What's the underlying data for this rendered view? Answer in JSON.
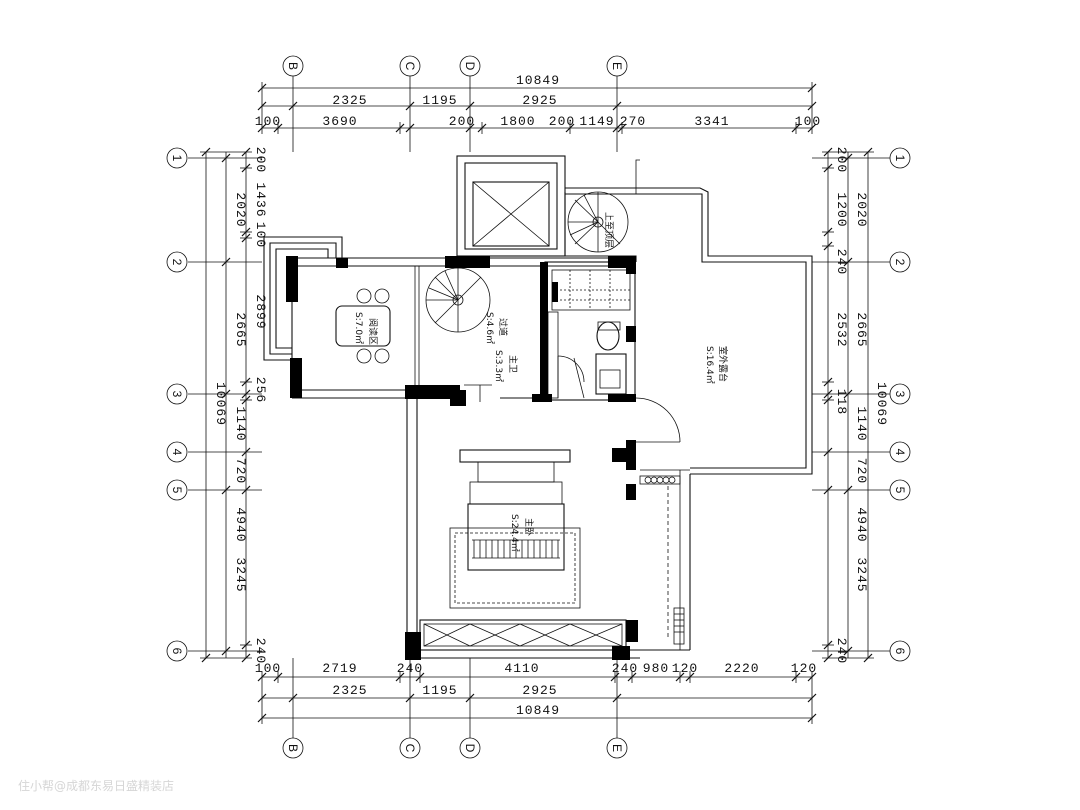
{
  "axes": {
    "columns": [
      "B",
      "C",
      "D",
      "E"
    ],
    "rows": [
      "1",
      "2",
      "3",
      "4",
      "5",
      "6"
    ]
  },
  "dims": {
    "top_total": "10849",
    "top_mid": [
      "2325",
      "1195",
      "2925"
    ],
    "top_inner": [
      "100",
      "3690",
      "200",
      "1800",
      "200",
      "1149",
      "270",
      "3341",
      "100"
    ],
    "bottom_inner": [
      "100",
      "2719",
      "240",
      "4110",
      "240",
      "980",
      "120",
      "2220",
      "120"
    ],
    "bottom_mid": [
      "2325",
      "1195",
      "2925"
    ],
    "bottom_total": "10849",
    "left_outer": [
      "2020",
      "2665",
      "10069",
      "4940",
      "3245"
    ],
    "left_inner": [
      "200",
      "1436",
      "100",
      "2899",
      "256",
      "1140",
      "720",
      "240"
    ],
    "right_outer": [
      "2020",
      "2665",
      "10069",
      "4940",
      "3245"
    ],
    "right_inner": [
      "200",
      "1200",
      "240",
      "2532",
      "118",
      "1140",
      "720",
      "240"
    ]
  },
  "rooms": {
    "reading": {
      "name": "阅读区",
      "area": "S:7.0㎡"
    },
    "walkway": {
      "name": "过道",
      "area": "S:4.6㎡"
    },
    "bath": {
      "name": "主卫",
      "area": "S:3.3㎡"
    },
    "terrace": {
      "name": "室外露台",
      "area": "S:16.4㎡"
    },
    "bedroom": {
      "name": "主卧",
      "area": "S:24.4㎡"
    },
    "stair_note": "上至顶层"
  },
  "watermark": "住小帮@成都东易日盛精装店"
}
